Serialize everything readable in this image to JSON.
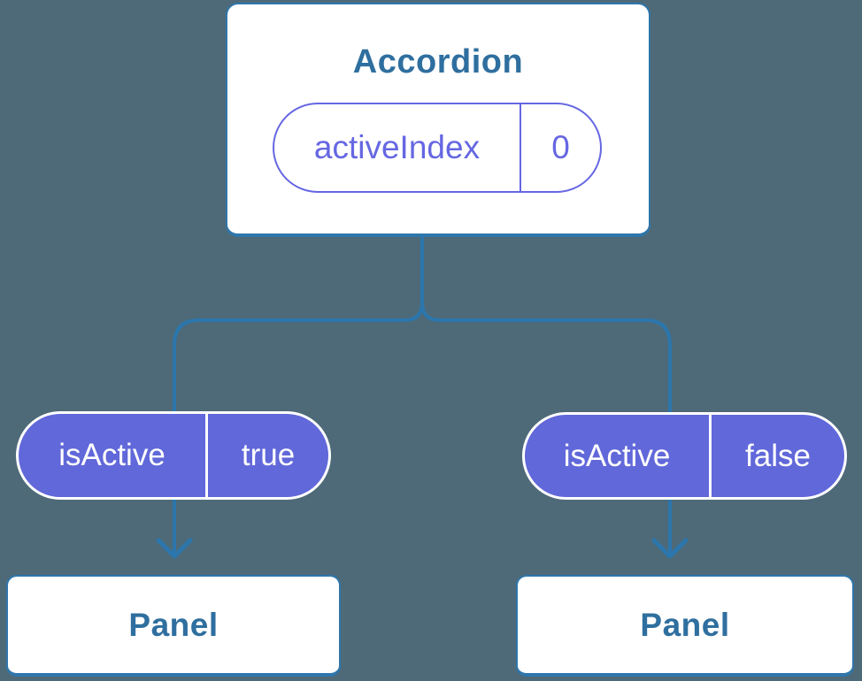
{
  "colors": {
    "background": "#4E6A78",
    "connector": "#2B76AC",
    "card_border": "#2E76AC",
    "card_background": "#FFFFFF",
    "heading_text": "#2F6F9F",
    "pill_fill_purple": "#6168D9",
    "pill_outline_purple": "#6667E2",
    "pill_text_light": "#FFFFFF"
  },
  "root": {
    "title": "Accordion",
    "state": {
      "name": "activeIndex",
      "value": "0"
    }
  },
  "children": [
    {
      "prop": {
        "name": "isActive",
        "value": "true"
      },
      "panel": {
        "title": "Panel"
      }
    },
    {
      "prop": {
        "name": "isActive",
        "value": "false"
      },
      "panel": {
        "title": "Panel"
      }
    }
  ]
}
